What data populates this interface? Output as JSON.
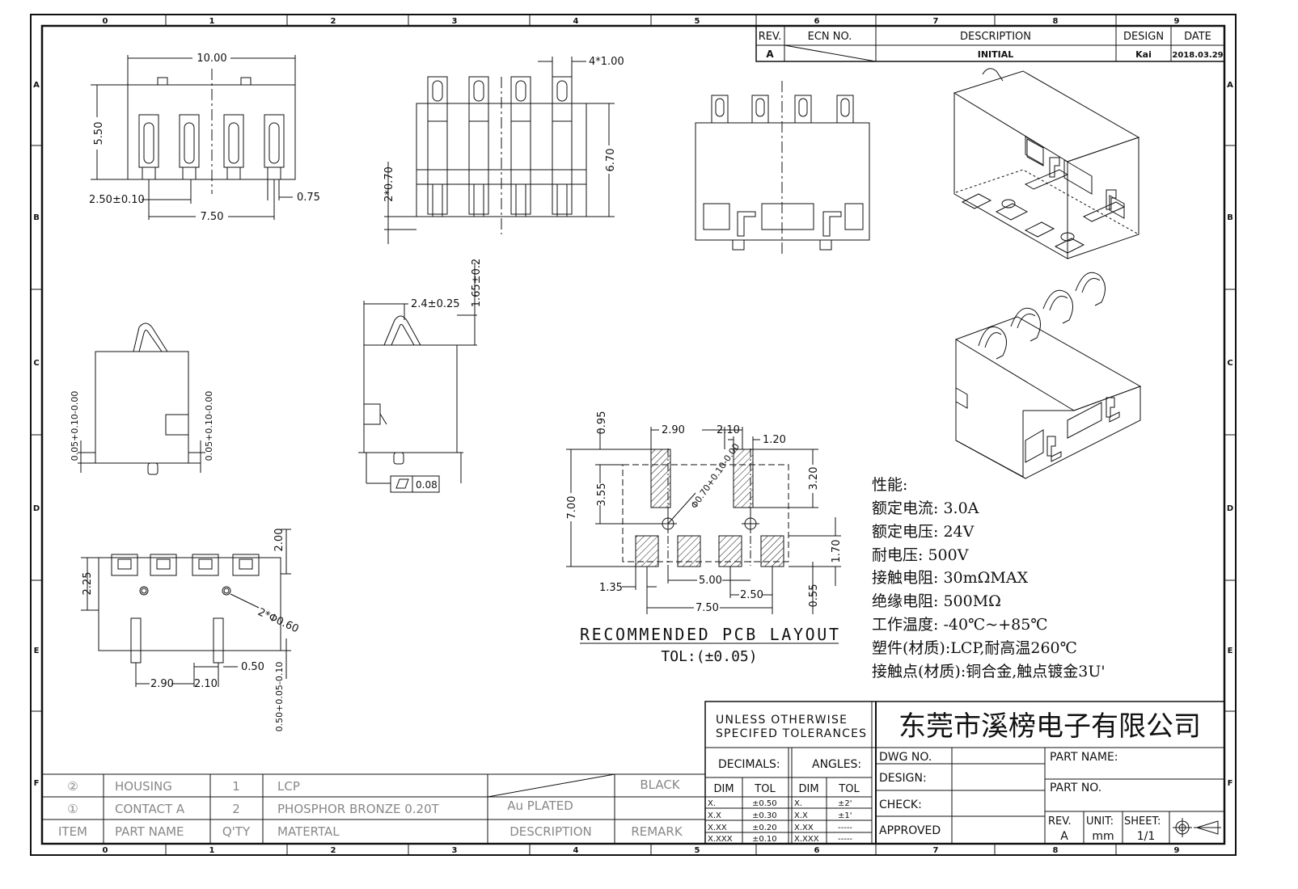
{
  "frame": {
    "col_labels": [
      "0",
      "1",
      "2",
      "3",
      "4",
      "5",
      "6",
      "7",
      "8",
      "9"
    ],
    "row_labels": [
      "A",
      "B",
      "C",
      "D",
      "E",
      "F"
    ]
  },
  "revision": {
    "headers": {
      "rev": "REV.",
      "ecn": "ECN NO.",
      "description": "DESCRIPTION",
      "design": "DESIGN",
      "date": "DATE"
    },
    "row": {
      "rev": "A",
      "description": "INITIAL",
      "design": "Kai",
      "date": "2018.03.29"
    }
  },
  "dims": {
    "front_width": "10.00",
    "front_height": "5.50",
    "front_pitch": "2.50±0.10",
    "front_span": "7.50",
    "front_tab": "0.75",
    "top_pitch": "4*1.00",
    "top_h1": "2*0.70",
    "top_h2": "6.70",
    "side_left": "0.05+0.10-0.00",
    "side_right": "0.05+0.10-0.00",
    "side_offset": "2.4±0.25",
    "side_height": "1.65±0.2",
    "flatness": "0.08",
    "bottom_h1": "2.25",
    "bottom_h2": "2.00",
    "bottom_holes": "2*Φ0.60",
    "bottom_w1": "2.90",
    "bottom_w2": "2.10",
    "bottom_w3": "0.50",
    "bottom_tol": "0.50+0.05-0.10"
  },
  "pcb": {
    "d290": "2.90",
    "d210": "2.10",
    "d120": "1.20",
    "d095": "0.95",
    "d700": "7.00",
    "d355": "3.55",
    "d320": "3.20",
    "hole": "Φ0.70+0.10-0.00",
    "d170": "1.70",
    "d135": "1.35",
    "d500": "5.00",
    "d250": "2.50",
    "d750": "7.50",
    "d055": "0.55",
    "title": "RECOMMENDED PCB LAYOUT",
    "tol": "TOL:(±0.05)"
  },
  "specs": {
    "heading": "性能:",
    "lines": [
      "额定电流: 3.0A",
      "额定电压: 24V",
      "耐电压: 500V",
      "接触电阻: 30mΩMAX",
      "绝缘电阻: 500MΩ",
      "工作温度: -40℃~+85℃",
      "塑件(材质):LCP,耐高温260℃",
      "接触点(材质):铜合金,触点镀金3U'"
    ]
  },
  "bom": {
    "rows": [
      {
        "item": "②",
        "name": "HOUSING",
        "qty": "1",
        "material": "LCP",
        "description": "",
        "remark": "BLACK"
      },
      {
        "item": "①",
        "name": "CONTACT A",
        "qty": "2",
        "material": "PHOSPHOR BRONZE 0.20T",
        "description": "Au PLATED",
        "remark": ""
      }
    ],
    "header": {
      "item": "ITEM",
      "name": "PART NAME",
      "qty": "Q'TY",
      "material": "MATERTAL",
      "description": "DESCRIPTION",
      "remark": "REMARK"
    }
  },
  "title_block": {
    "unless": "UNLESS OTHERWISE",
    "specified": "SPECIFED TOLERANCES",
    "company": "东莞市溪榜电子有限公司",
    "decimals": "DECIMALS:",
    "angles": "ANGLES:",
    "dim": "DIM",
    "tol": "TOL",
    "dec_rows": [
      [
        "X.",
        "±0.50"
      ],
      [
        "X.X",
        "±0.30"
      ],
      [
        "X.XX",
        "±0.20"
      ],
      [
        "X.XXX",
        "±0.10"
      ]
    ],
    "ang_rows": [
      [
        "X.",
        "±2'"
      ],
      [
        "X.X",
        "±1'"
      ],
      [
        "X.XX",
        "-----"
      ],
      [
        "X.XXX",
        "-----"
      ]
    ],
    "dwg_no": "DWG NO.",
    "design": "DESIGN:",
    "check": "CHECK:",
    "approved": "APPROVED",
    "part_name": "PART NAME:",
    "part_no": "PART NO.",
    "rev_label": "REV.",
    "rev_value": "A",
    "unit_label": "UNIT:",
    "unit_value": "mm",
    "sheet_label": "SHEET:",
    "sheet_value": "1/1"
  }
}
